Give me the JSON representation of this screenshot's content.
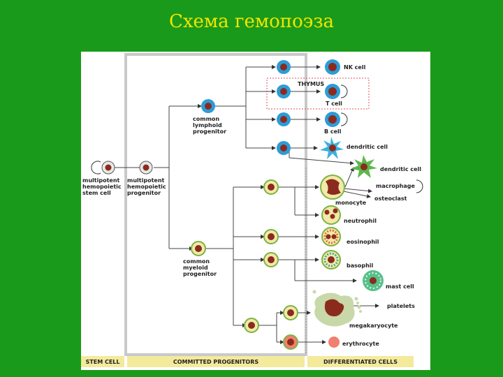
{
  "title": "Схема гемопоэза",
  "stages": {
    "stem": "STEM CELL",
    "committed": "COMMITTED PROGENITORS",
    "differentiated": "DIFFERENTIATED CELLS"
  },
  "labels": {
    "stem_cell": "multipotent\nhemopoietic\nstem cell",
    "mpp": "multipotent\nhemopoietic\nprogenitor",
    "clp": "common\nlymphoid\nprogenitor",
    "cmp": "common\nmyeloid\nprogenitor",
    "nk": "NK cell",
    "thymus": "THYMUS",
    "t_cell": "T cell",
    "b_cell": "B cell",
    "dendritic_1": "dendritic cell",
    "dendritic_2": "dendritic cell",
    "monocyte": "monocyte",
    "macrophage": "macrophage",
    "osteoclast": "osteoclast",
    "neutrophil": "neutrophil",
    "eosinophil": "eosinophil",
    "basophil": "basophil",
    "mast_cell": "mast cell",
    "platelets": "platelets",
    "megakaryocyte": "megakaryocyte",
    "erythrocyte": "erythrocyte"
  },
  "colors": {
    "background": "#1a9a1a",
    "title": "#f2e600",
    "lymphoid_cell": "#2b9cd8",
    "nucleus": "#8b2b1e",
    "myeloid_cell": "#f2e9a8",
    "myeloid_ring": "#7cb342",
    "dendritic": "#3bb0e0",
    "dendritic_myeloid": "#5cb84a",
    "mast_cell": "#58c08a",
    "erythrocyte": "#f08070",
    "footer": "#f3ea9c",
    "thymus_box": "#e05060"
  }
}
